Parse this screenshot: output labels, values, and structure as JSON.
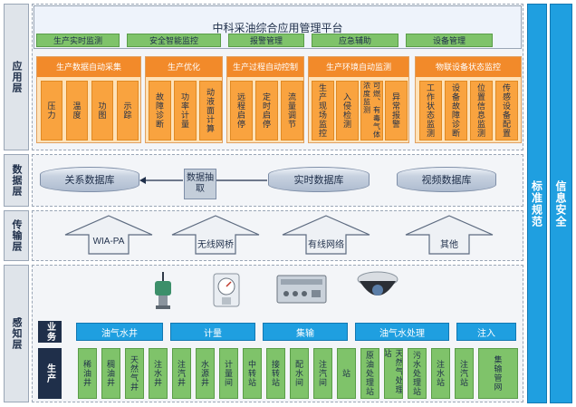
{
  "platform": {
    "title": "中科采油综合应用管理平台",
    "tabs": [
      "生产实时监测",
      "安全智能监控",
      "报警管理",
      "应急辅助",
      "设备管理"
    ]
  },
  "layers": {
    "application": "应用层",
    "data": "数据层",
    "transport": "传输层",
    "perception": "感知层"
  },
  "pillars": {
    "standards": "标准规范",
    "security": "信息安全"
  },
  "app_modules": [
    {
      "title": "生产数据自动采集",
      "cells": [
        "压力",
        "温度",
        "功图",
        "示踪"
      ]
    },
    {
      "title": "生产优化",
      "cells": [
        "故障诊断",
        "功率计量",
        "动液面计算"
      ]
    },
    {
      "title": "生产过程自动控制",
      "cells": [
        "远程启停",
        "定时启停",
        "流量调节"
      ]
    },
    {
      "title": "生产环境自动监测",
      "cells": [
        "生产现场监控",
        "入侵检测",
        "可燃、有毒气体浓度监测",
        "异常报警"
      ]
    },
    {
      "title": "物联设备状态监控",
      "cells": [
        "工作状态监测",
        "设备故障诊断",
        "位置信息监测",
        "传感设备配置"
      ]
    }
  ],
  "databases": {
    "relational": "关系数据库",
    "extract": "数据抽取",
    "realtime": "实时数据库",
    "video": "视频数据库"
  },
  "transport": [
    "WIA-PA",
    "无线网桥",
    "有线网络",
    "其他"
  ],
  "devices": [
    "wireless-sensor-icon",
    "pressure-gauge-icon",
    "rtu-controller-icon",
    "dome-camera-icon"
  ],
  "business": {
    "tag": "业务",
    "items": [
      "油气水井",
      "计量",
      "集输",
      "油气水处理",
      "注入"
    ]
  },
  "production": {
    "tag": "生产",
    "items": [
      "稀油井",
      "稠油井",
      "天然气井",
      "注水井",
      "注汽井",
      "水源井",
      "计量间",
      "中转站",
      "接转站",
      "配水间",
      "注汽间",
      "站",
      "原油处理站",
      "天然气处理站",
      "污水处理站",
      "注水站",
      "注汽站",
      "集输管网"
    ]
  },
  "colors": {
    "accent_blue": "#1f9fe0",
    "orange": "#f28a2a",
    "green": "#7fc36a",
    "cylinder": "#aebcd0"
  }
}
